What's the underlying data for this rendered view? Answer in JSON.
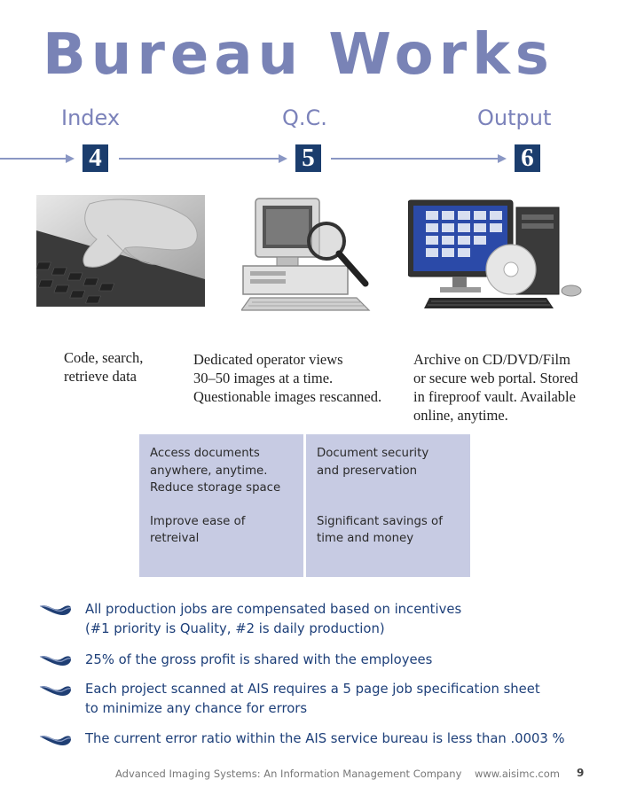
{
  "title": "Bureau Works",
  "steps": [
    {
      "label": "Index",
      "number": "4"
    },
    {
      "label": "Q.C.",
      "number": "5"
    },
    {
      "label": "Output",
      "number": "6"
    }
  ],
  "images": [
    {
      "icon": "keyboard-typing-photo"
    },
    {
      "icon": "computer-magnifier-photo"
    },
    {
      "icon": "computer-cd-photo"
    }
  ],
  "captions": [
    {
      "lines": [
        "Code, search,",
        "retrieve data"
      ]
    },
    {
      "lines": [
        "Dedicated operator views",
        "30–50 images at a time.",
        "Questionable images rescanned."
      ]
    },
    {
      "lines": [
        "Archive on CD/DVD/Film",
        "or secure web portal.  Stored",
        "in fireproof vault. Available",
        "online, anytime."
      ]
    }
  ],
  "benefits": {
    "left": {
      "top": [
        "Access documents",
        "anywhere, anytime.",
        "Reduce storage space"
      ],
      "bottom": [
        "Improve ease of",
        "retreival"
      ]
    },
    "right": {
      "top": [
        "Document security",
        "and preservation"
      ],
      "bottom": [
        "Significant savings of",
        "time and money"
      ]
    }
  },
  "bullets": [
    {
      "icon": "wave-bullet-icon",
      "lines": [
        "All production jobs are compensated based on incentives",
        "(#1 priority is Quality, #2 is daily production)"
      ]
    },
    {
      "icon": "wave-bullet-icon",
      "lines": [
        "25% of the gross profit is shared with the employees"
      ]
    },
    {
      "icon": "wave-bullet-icon",
      "lines": [
        "Each project scanned at AIS requires a 5 page job specification sheet",
        "to minimize any chance for errors"
      ]
    },
    {
      "icon": "wave-bullet-icon",
      "lines": [
        "The current error ratio within the AIS service bureau is less than .0003 %"
      ]
    }
  ],
  "footer": {
    "company": "Advanced Imaging Systems: An Information Management Company",
    "website": "www.aisimc.com",
    "page": "9"
  },
  "colors": {
    "title": "#7983b6",
    "step_label": "#7b82ba",
    "number_box": "#1b3d6d",
    "arrow": "#8a97c4",
    "benefit_box": "#c7cbe3",
    "bullet_text": "#1d3f79"
  }
}
